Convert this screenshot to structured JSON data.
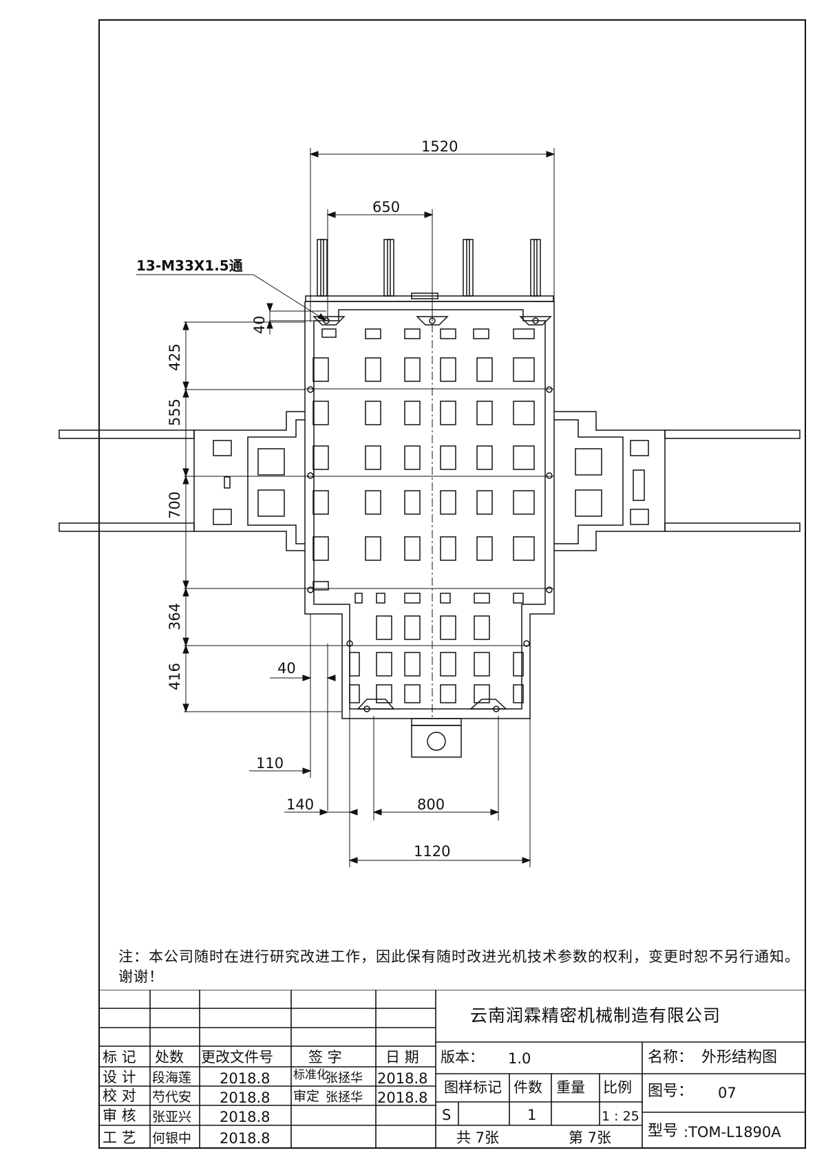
{
  "drawing": {
    "callout": "13-M33X1.5通",
    "dims": {
      "d1520": "1520",
      "d650": "650",
      "d40_top": "40",
      "d425": "425",
      "d555": "555",
      "d700": "700",
      "d364": "364",
      "d416": "416",
      "d40_mid": "40",
      "d110": "110",
      "d140": "140",
      "d800": "800",
      "d1120": "1120"
    }
  },
  "note": "注：本公司随时在进行研究改进工作，因此保有随时改进光机技术参数的权利，变更时恕不另行通知。谢谢！",
  "title_block": {
    "company": "云南润霖精密机械制造有限公司",
    "revision_headers": [
      "标 记",
      "处数",
      "更改文件号",
      "签 字",
      "日 期"
    ],
    "rows": [
      {
        "role": "设 计",
        "name": "段海莲",
        "date": "2018.8",
        "role2": "标准化",
        "name2": "张拯华",
        "date2": "2018.8"
      },
      {
        "role": "校 对",
        "name": "芍代安",
        "date": "2018.8",
        "role2": "审定",
        "name2": "张拯华",
        "date2": "2018.8"
      },
      {
        "role": "审 核",
        "name": "张亚兴",
        "date": "2018.8"
      },
      {
        "role": "工 艺",
        "name": "何银中",
        "date": "2018.8"
      }
    ],
    "version_label": "版本：",
    "version_value": "1.0",
    "mark_headers": [
      "图样标记",
      "件数",
      "重量",
      "比例"
    ],
    "mark_values": {
      "mark": "S",
      "count": "1",
      "weight": "",
      "scale": "1 : 25"
    },
    "sheets_total": "共 7张",
    "sheet_no": "第 7张",
    "name_label": "名称：",
    "name_value": "外形结构图",
    "drawing_no_label": "图号：",
    "drawing_no_value": "07",
    "model_label": "型号",
    "model_value": ":TOM-L1890A"
  }
}
